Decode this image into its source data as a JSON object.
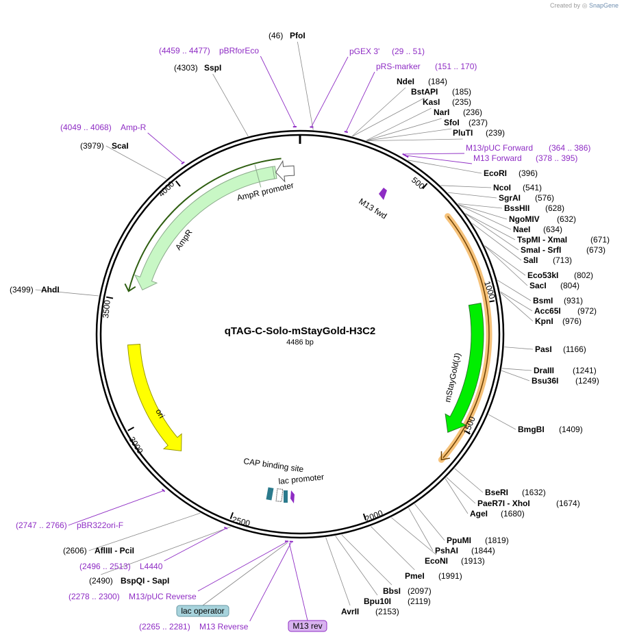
{
  "credit": {
    "text": "Created by",
    "brand": "SnapGene"
  },
  "plasmid": {
    "name": "qTAG-C-Solo-mStayGold-H3C2",
    "length_label": "4486 bp",
    "length": 4486
  },
  "colors": {
    "primer": "#8e2cc4",
    "amp": "#c8f7c5",
    "amp_outline": "#2e5e10",
    "ori": "#ffff00",
    "mstaygold": "#00ee00",
    "orf_highlight": "#f6c27a",
    "cap": "#2b7a8c",
    "laco": "#a7d3dc",
    "m13": "#d9b3f0"
  },
  "sites": [
    {
      "text": "(46)",
      "name": "PfoI",
      "pos": 46
    },
    {
      "text": "(4303)",
      "name": "SspI",
      "pos": 4303
    },
    {
      "text": "NdeI",
      "num": "(184)",
      "pos": 184
    },
    {
      "text": "BstAPI",
      "num": "(185)",
      "pos": 185
    },
    {
      "text": "KasI",
      "num": "(235)",
      "pos": 235
    },
    {
      "text": "NarI",
      "num": "(236)",
      "pos": 236
    },
    {
      "text": "SfoI",
      "num": "(237)",
      "pos": 237
    },
    {
      "text": "PluTI",
      "num": "(239)",
      "pos": 239
    },
    {
      "text": "EcoRI",
      "num": "(396)",
      "pos": 396
    },
    {
      "text": "NcoI",
      "num": "(541)",
      "pos": 541
    },
    {
      "text": "SgrAI",
      "num": "(576)",
      "pos": 576
    },
    {
      "text": "BssHII",
      "num": "(628)",
      "pos": 628
    },
    {
      "text": "NgoMIV",
      "num": "(632)",
      "pos": 632
    },
    {
      "text": "NaeI",
      "num": "(634)",
      "pos": 634
    },
    {
      "text": "TspMI - XmaI",
      "num": "(671)",
      "pos": 671
    },
    {
      "text": "SmaI - SrfI",
      "num": "(673)",
      "pos": 673
    },
    {
      "text": "SalI",
      "num": "(713)",
      "pos": 713
    },
    {
      "text": "Eco53kI",
      "num": "(802)",
      "pos": 802
    },
    {
      "text": "SacI",
      "num": "(804)",
      "pos": 804
    },
    {
      "text": "BsmI",
      "num": "(931)",
      "pos": 931
    },
    {
      "text": "Acc65I",
      "num": "(972)",
      "pos": 972
    },
    {
      "text": "KpnI",
      "num": "(976)",
      "pos": 976
    },
    {
      "text": "PasI",
      "num": "(1166)",
      "pos": 1166
    },
    {
      "text": "DraIII",
      "num": "(1241)",
      "pos": 1241
    },
    {
      "text": "Bsu36I",
      "num": "(1249)",
      "pos": 1249
    },
    {
      "text": "BmgBI",
      "num": "(1409)",
      "pos": 1409
    },
    {
      "text": "BseRI",
      "num": "(1632)",
      "pos": 1632
    },
    {
      "text": "PaeR7I - XhoI",
      "num": "(1674)",
      "pos": 1674
    },
    {
      "text": "AgeI",
      "num": "(1680)",
      "pos": 1680
    },
    {
      "text": "PpuMI",
      "num": "(1819)",
      "pos": 1819
    },
    {
      "text": "PshAI",
      "num": "(1844)",
      "pos": 1844
    },
    {
      "text": "EcoNI",
      "num": "(1913)",
      "pos": 1913
    },
    {
      "text": "PmeI",
      "num": "(1991)",
      "pos": 1991
    },
    {
      "text": "BbsI",
      "num": "(2097)",
      "pos": 2097
    },
    {
      "text": "Bpu10I",
      "num": "(2119)",
      "pos": 2119
    },
    {
      "text": "AvrII",
      "num": "(2153)",
      "pos": 2153
    },
    {
      "num": "(2490)",
      "text": "BspQI - SapI",
      "pos": 2490
    },
    {
      "num": "(2606)",
      "text": "AflIII - PciI",
      "pos": 2606
    },
    {
      "num": "(3499)",
      "text": "AhdI",
      "pos": 3499
    },
    {
      "num": "(3979)",
      "text": "ScaI",
      "pos": 3979
    }
  ],
  "primers": [
    {
      "range": "(4459 .. 4477)",
      "name": "pBRforEco",
      "pos": 4468
    },
    {
      "name": "pGEX 3'",
      "range": "(29 .. 51)",
      "pos": 40
    },
    {
      "name": "pRS-marker",
      "range": "(151 .. 170)",
      "pos": 160
    },
    {
      "name": "M13/pUC Forward",
      "range": "(364 .. 386)",
      "pos": 375
    },
    {
      "name": "M13 Forward",
      "range": "(378 .. 395)",
      "pos": 386
    },
    {
      "range": "(4049 .. 4068)",
      "name": "Amp-R",
      "pos": 4058
    },
    {
      "range": "(2747 .. 2766)",
      "name": "pBR322ori-F",
      "pos": 2756
    },
    {
      "range": "(2496 .. 2513)",
      "name": "L4440",
      "pos": 2504
    },
    {
      "range": "(2278 .. 2300)",
      "name": "M13/pUC Reverse",
      "pos": 2289
    },
    {
      "range": "(2265 .. 2281)",
      "name": "M13 Reverse",
      "pos": 2273
    }
  ],
  "boxed_labels": {
    "lac_operator": "lac operator",
    "m13_rev": "M13 rev"
  },
  "features": {
    "ampr_promoter": "AmpR promoter",
    "ampr": "AmpR",
    "ori": "ori",
    "mstaygold": "mStayGold(J)",
    "m13_fwd": "M13 fwd",
    "cap": "CAP binding site",
    "lac_promoter": "lac promoter"
  },
  "ticks": [
    "500",
    "1000",
    "1500",
    "2000",
    "2500",
    "3000",
    "3500",
    "4000"
  ]
}
